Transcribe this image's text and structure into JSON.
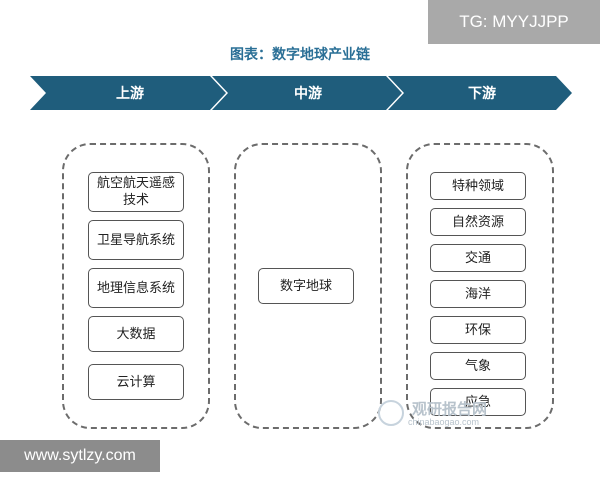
{
  "watermark_top": "TG: MYYJJPP",
  "title": "图表：数字地球产业链",
  "stages": {
    "upstream": "上游",
    "midstream": "中游",
    "downstream": "下游"
  },
  "upstream_items": [
    "航空航天遥感技术",
    "卫星导航系统",
    "地理信息系统",
    "大数据",
    "云计算"
  ],
  "midstream_items": [
    "数字地球"
  ],
  "downstream_items": [
    "特种领域",
    "自然资源",
    "交通",
    "海洋",
    "环保",
    "气象",
    "应急"
  ],
  "source_watermark": {
    "cn": "观研报告网",
    "en": "chinabaogao.com"
  },
  "watermark_bottom": "www.sytlzy.com",
  "colors": {
    "arrow_fill": "#1f5d7c",
    "title": "#2a6f96"
  }
}
